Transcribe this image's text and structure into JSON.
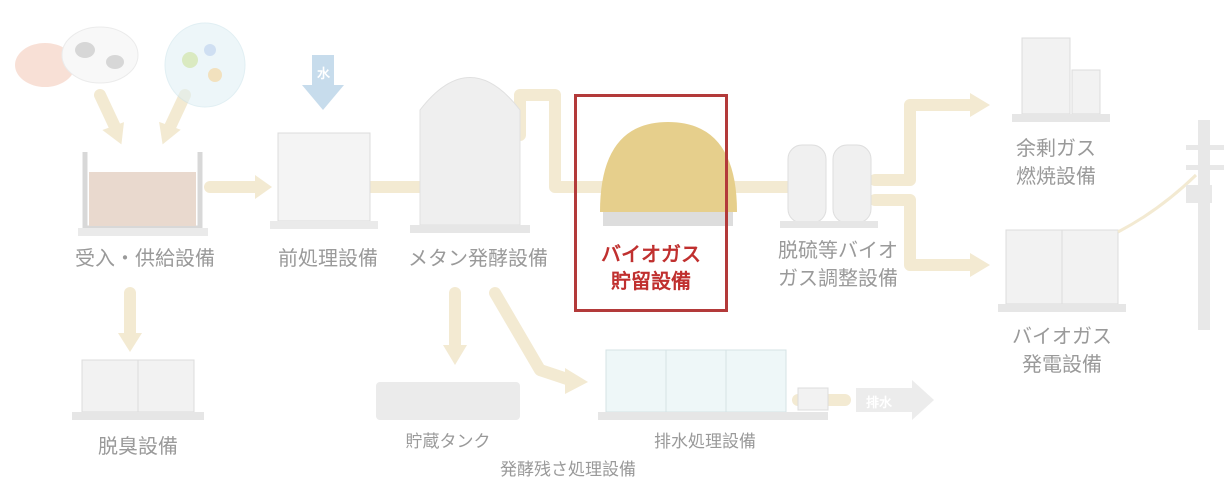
{
  "labels": {
    "receiving": "受入・供給設備",
    "pretreatment": "前処理設備",
    "fermentation": "メタン発酵設備",
    "storage_line1": "バイオガス",
    "storage_line2": "貯留設備",
    "desulfur_line1": "脱硫等バイオ",
    "desulfur_line2": "ガス調整設備",
    "surplus_line1": "余剰ガス",
    "surplus_line2": "燃焼設備",
    "power_line1": "バイオガス",
    "power_line2": "発電設備",
    "deodor": "脱臭設備",
    "tank": "貯蔵タンク",
    "wastewater": "排水処理設備",
    "residue": "発酵残さ処理設備",
    "water_tag": "水",
    "drain_tag": "排水"
  },
  "colors": {
    "pipe": "#f3ead2",
    "highlight": "#b33a3a",
    "highlight_text": "#c0302f",
    "dome": "#e6cf8c",
    "equipment": "#f2f2f2",
    "water_blue": "#b9d6ea"
  }
}
